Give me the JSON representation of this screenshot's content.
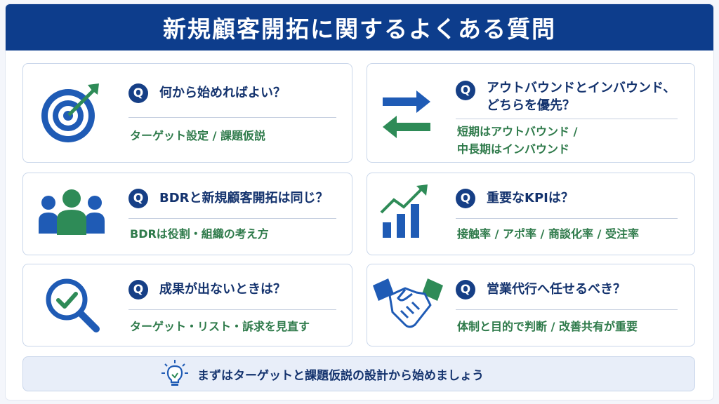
{
  "header": {
    "title": "新規顧客開拓に関するよくある質問"
  },
  "q_mark": "Q",
  "faqs": [
    {
      "question": "何から始めればよい？",
      "answer": "ターゲット設定 / 課題仮説",
      "icon": "target-icon"
    },
    {
      "question_line1": "アウトバウンドとインバウンド、",
      "question_line2": "どちらを優先？",
      "answer_line1": "短期はアウトバウンド /",
      "answer_line2": "中長期はインバウンド",
      "icon": "exchange-arrows-icon"
    },
    {
      "question": "BDRと新規顧客開拓は同じ？",
      "answer": "BDRは役割・組織の考え方",
      "icon": "team-icon"
    },
    {
      "question": "重要なKPIは？",
      "answer": "接触率 / アポ率 / 商談化率 / 受注率",
      "icon": "growth-chart-icon"
    },
    {
      "question": "成果が出ないときは？",
      "answer": "ターゲット・リスト・訴求を見直す",
      "icon": "magnifier-check-icon"
    },
    {
      "question": "営業代行へ任せるべき？",
      "answer": "体制と目的で判断 / 改善共有が重要",
      "icon": "handshake-icon"
    }
  ],
  "footer": {
    "text": "まずはターゲットと課題仮説の設計から始めましょう",
    "icon": "lightbulb-icon"
  },
  "colors": {
    "navy": "#0d3d8c",
    "blue": "#1f5bb5",
    "green": "#2e8b57",
    "answer_green": "#2e7a4a"
  }
}
